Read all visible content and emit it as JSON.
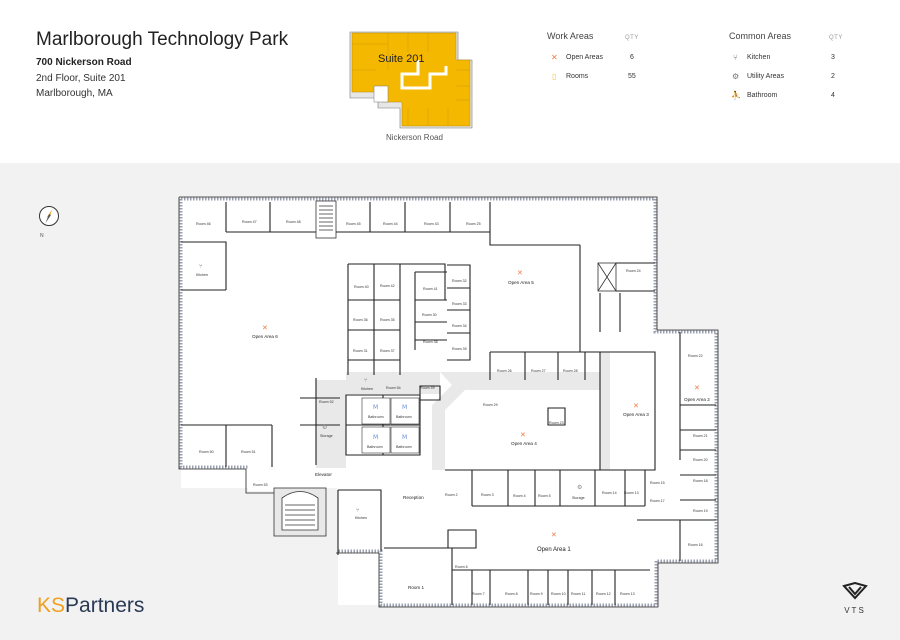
{
  "header": {
    "title": "Marlborough Technology Park",
    "address_line": "700 Nickerson Road",
    "suite_line": "2nd Floor, Suite 201",
    "city_line": "Marlborough, MA"
  },
  "thumbnail": {
    "suite_label": "Suite 201",
    "road_label": "Nickerson Road",
    "highlight_color": "#f5b800"
  },
  "legend": {
    "work_areas": {
      "heading": "Work Areas",
      "qty_heading": "QTY",
      "items": [
        {
          "label": "Open Areas",
          "qty": "6",
          "icon": "open-area-icon",
          "color": "#f07a40"
        },
        {
          "label": "Rooms",
          "qty": "55",
          "icon": "room-icon",
          "color": "#f5c842"
        }
      ]
    },
    "common_areas": {
      "heading": "Common Areas",
      "qty_heading": "QTY",
      "items": [
        {
          "label": "Kitchen",
          "qty": "3",
          "icon": "kitchen-icon"
        },
        {
          "label": "Utility Areas",
          "qty": "2",
          "icon": "utility-icon"
        },
        {
          "label": "Bathroom",
          "qty": "4",
          "icon": "bathroom-icon",
          "color": "#6b8fd6"
        }
      ]
    }
  },
  "compass": {
    "label": "N"
  },
  "floorplan": {
    "open_areas": {
      "a1": "Open Area 1",
      "a2": "Open Area 2",
      "a3": "Open Area 3",
      "a4": "Open Area 4",
      "a5": "Open Area 5",
      "a6": "Open Area 6"
    },
    "labels": {
      "kitchen": "Kitchen",
      "bathroom": "Bathroom",
      "elevator": "Elevator",
      "reception": "Reception",
      "storage": "Storage"
    },
    "rooms": {
      "r1": "Room 1",
      "r2": "Room 2",
      "r3": "Room 3",
      "r4": "Room 4",
      "r5": "Room 5",
      "r6": "Room 6",
      "r7": "Room 7",
      "r8": "Room 8",
      "r9": "Room 9",
      "r10": "Room 10",
      "r11": "Room 11",
      "r12": "Room 12",
      "r13": "Room 13",
      "r14": "Room 14",
      "r15": "Room 15",
      "r16": "Room 16",
      "r17": "Room 17",
      "r18": "Room 18",
      "r19": "Room 19",
      "r20": "Room 20",
      "r21": "Room 21",
      "r22": "Room 22",
      "r23": "Room 23",
      "r24": "Room 24",
      "r25": "Room 25",
      "r26": "Room 26",
      "r27": "Room 27",
      "r28": "Room 28",
      "r29": "Room 29",
      "r30": "Room 30",
      "r31": "Room 31",
      "r32": "Room 32",
      "r33": "Room 33",
      "r34": "Room 34",
      "r35": "Room 35",
      "r36": "Room 36",
      "r37": "Room 37",
      "r38": "Room 38",
      "r39": "Room 39",
      "r40": "Room 40",
      "r41": "Room 41",
      "r42": "Room 42",
      "r43": "Room 43",
      "r44": "Room 44",
      "r45": "Room 45",
      "r46": "Room 46",
      "r47": "Room 47",
      "r48": "Room 48",
      "r49": "Room 49",
      "r50": "Room 50",
      "r51": "Room 51",
      "r52": "Room 52",
      "r53": "Room 53",
      "r54": "Room 54"
    }
  },
  "footer": {
    "brand_prefix": "KS",
    "brand_suffix": "Partners",
    "vts_label": "VTS"
  }
}
